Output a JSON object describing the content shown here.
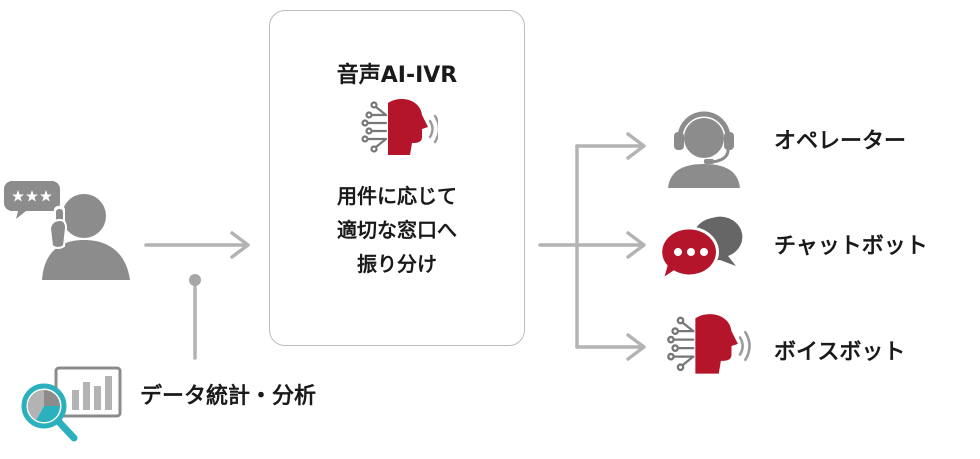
{
  "center": {
    "title": "音声AI-IVR",
    "lines": [
      "用件に応じて",
      "適切な窓口へ",
      "振り分け"
    ]
  },
  "targets": [
    {
      "label": "オペレーター",
      "icon": "operator-headset-icon"
    },
    {
      "label": "チャットボット",
      "icon": "chat-bubbles-icon"
    },
    {
      "label": "ボイスボット",
      "icon": "voice-ai-head-icon"
    }
  ],
  "data_stats": {
    "label": "データ統計・分析",
    "icon": "analytics-magnifier-icon"
  },
  "caller": {
    "icon": "caller-with-phone-icon"
  },
  "colors": {
    "accent_red": "#b5152b",
    "icon_gray": "#8c8c8c",
    "line_gray": "#b0b0b0",
    "teal": "#2bb0bd"
  }
}
